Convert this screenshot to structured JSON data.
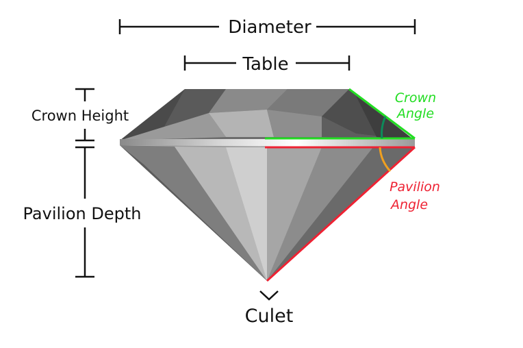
{
  "labels": {
    "diameter": "Diameter",
    "table": "Table",
    "crown_height": "Crown Height",
    "pavilion_depth": "Pavilion Depth",
    "culet": "Culet",
    "crown_angle": [
      "Crown",
      "Angle"
    ],
    "pavilion_angle": [
      "Pavilion",
      "Angle"
    ]
  },
  "colors": {
    "crown_angle": "#22dd22",
    "pavilion_angle": "#ee2233",
    "angle_arc": "#f0a020",
    "dimension_lines": "#111111"
  }
}
